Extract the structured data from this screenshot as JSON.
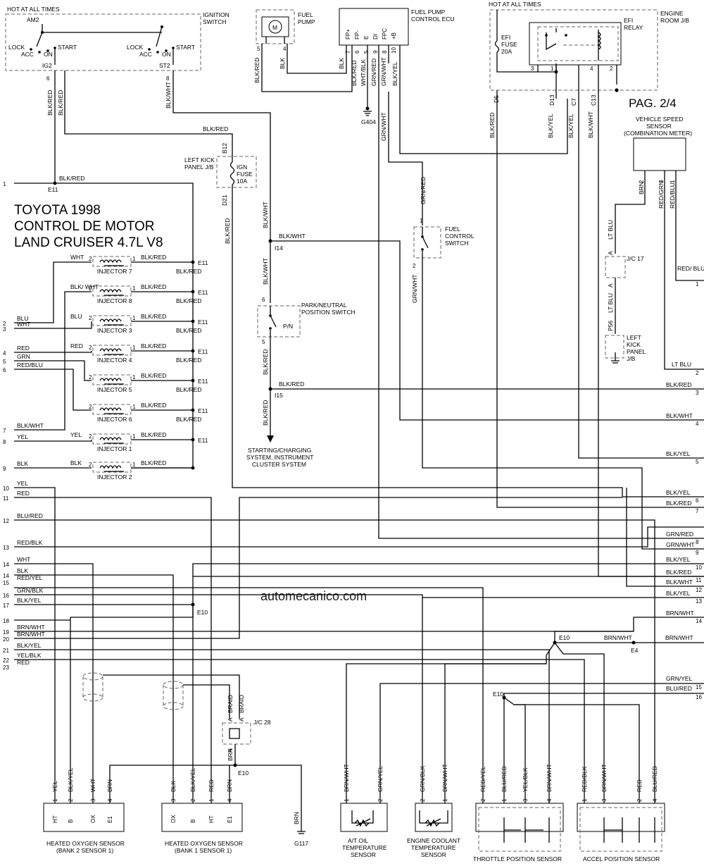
{
  "title_lines": [
    "TOYOTA 1998",
    "CONTROL DE MOTOR",
    "LAND CRUISER 4.7L V8"
  ],
  "page_label": "PAG. 2/4",
  "watermark": "automecanico.com",
  "hot_label_1": "HOT AT ALL TIMES",
  "hot_label_2": "HOT AT ALL TIMES",
  "ignition_switch": {
    "name1": "IGNITION",
    "name2": "SWITCH",
    "am2": "AM2",
    "lock": "LOCK",
    "acc": "ACC",
    "on": "ON",
    "start": "START",
    "ig2": "IG2",
    "st2": "ST2",
    "pin_ig2": "6",
    "pin_st2": "8"
  },
  "fuel_pump": {
    "name1": "FUEL",
    "name2": "PUMP",
    "motor": "M",
    "pin_a": "5",
    "pin_b": "4"
  },
  "fuel_pump_ecu": {
    "name1": "FUEL PUMP",
    "name2": "CONTROL ECU",
    "terminals": [
      "FP+",
      "FP-",
      "E",
      "DI",
      "FPC",
      "+B"
    ],
    "pins": [
      "7",
      "6",
      "5",
      "9",
      "8",
      "10"
    ]
  },
  "engine_room_jb": {
    "name1": "ENGINE",
    "name2": "ROOM J/B",
    "fuse1": "EFI",
    "fuse2": "FUSE",
    "fuse3": "20A",
    "relay1": "EFI",
    "relay2": "RELAY",
    "pins": [
      "3",
      "1",
      "4",
      "2"
    ],
    "connectors": [
      "D5",
      "D13",
      "C7",
      "C13"
    ]
  },
  "kick_panel": {
    "name1": "LEFT KICK",
    "name2": "PANEL J/B",
    "fuse1": "IGN",
    "fuse2": "FUSE",
    "fuse3": "10A",
    "conn_top": "B12",
    "conn_bottom": "D21"
  },
  "fuel_control_switch": {
    "name1": "FUEL",
    "name2": "CONTROL",
    "name3": "SWITCH",
    "pin_top": "1",
    "pin_bottom": "2"
  },
  "pn_switch": {
    "name1": "PARK/NEUTRAL",
    "name2": "POSITION SWITCH",
    "contact": "P/N",
    "pin_top": "6",
    "pin_bottom": "5"
  },
  "starting_system": [
    "STARTING/CHARGING",
    "SYSTEM, INSTRUMENT",
    "CLUSTER SYSTEM"
  ],
  "vss": {
    "name1": "VEHICLE SPEED",
    "name2": "SENSOR",
    "name3": "(COMBINATION METER)",
    "pins": [
      "2",
      "3",
      "1"
    ],
    "wires": [
      "BRN",
      "RED/GRN",
      "RED/BLU"
    ]
  },
  "jc17": "J/C 17",
  "jc28": "J/C 28",
  "left_kick_panel_jb": [
    "LEFT",
    "KICK",
    "PANEL",
    "J/B"
  ],
  "p56": "P56",
  "splices": {
    "e11": "E11",
    "i14": "I14",
    "i15": "I15",
    "e10": "E10",
    "e4": "E4",
    "g404": "G404",
    "g117": "G117"
  },
  "injectors": [
    {
      "name": "INJECTOR 7",
      "in_wire": "WHT",
      "out_wire": "BLK/RED",
      "pin_in": "2",
      "pin_out": "1"
    },
    {
      "name": "INJECTOR 8",
      "in_wire": "BLK/ WHT",
      "out_wire": "BLK/RED",
      "pin_in": "2",
      "pin_out": "1"
    },
    {
      "name": "INJECTOR 3",
      "in_wire": "BLU",
      "out_wire": "BLK/RED",
      "pin_in": "2",
      "pin_out": "1"
    },
    {
      "name": "INJECTOR 4",
      "in_wire": "RED",
      "out_wire": "BLK/RED",
      "pin_in": "2",
      "pin_out": "1"
    },
    {
      "name": "INJECTOR 5",
      "in_wire": "",
      "out_wire": "BLK/RED",
      "pin_in": "2",
      "pin_out": "1"
    },
    {
      "name": "INJECTOR 6",
      "in_wire": "",
      "out_wire": "BLK/RED",
      "pin_in": "2",
      "pin_out": "1"
    },
    {
      "name": "INJECTOR 1",
      "in_wire": "YEL",
      "out_wire": "BLK/RED",
      "pin_in": "2",
      "pin_out": "1"
    },
    {
      "name": "INJECTOR 2",
      "in_wire": "BLK",
      "out_wire": "BLK/RED",
      "pin_in": "2",
      "pin_out": "1"
    }
  ],
  "left_terminals": [
    {
      "num": "1",
      "wire": "BLK/RED"
    },
    {
      "num": "2",
      "wire": "BLU"
    },
    {
      "num": "3",
      "wire": "WHT"
    },
    {
      "num": "4",
      "wire": "RED"
    },
    {
      "num": "5",
      "wire": "GRN"
    },
    {
      "num": "6",
      "wire": "RED/BLU"
    },
    {
      "num": "7",
      "wire": "BLK/WHT"
    },
    {
      "num": "8",
      "wire": "YEL"
    },
    {
      "num": "9",
      "wire": "BLK"
    },
    {
      "num": "10",
      "wire": "YEL"
    },
    {
      "num": "11",
      "wire": "RED"
    },
    {
      "num": "12",
      "wire": "BLU/RED"
    },
    {
      "num": "13",
      "wire": "RED/BLK"
    },
    {
      "num": "14",
      "wire": "WHT"
    },
    {
      "num": "14",
      "wire": "BLK"
    },
    {
      "num": "15",
      "wire": "RED/YEL"
    },
    {
      "num": "16",
      "wire": "GRN/BLK"
    },
    {
      "num": "17",
      "wire": "BLK/YEL"
    },
    {
      "num": "18",
      "wire": ""
    },
    {
      "num": "19",
      "wire": "BRN/WHT"
    },
    {
      "num": "20",
      "wire": "BRN/WHT"
    },
    {
      "num": "21",
      "wire": "BLK/YEL"
    },
    {
      "num": "22",
      "wire": "YEL/BLK"
    },
    {
      "num": "23",
      "wire": "RED"
    }
  ],
  "right_terminals": [
    {
      "num": "1",
      "wire": "RED/ BLU"
    },
    {
      "num": "2",
      "wire": "LT BLU"
    },
    {
      "num": "3",
      "wire": "BLK/RED"
    },
    {
      "num": "4",
      "wire": "BLK/WHT"
    },
    {
      "num": "5",
      "wire": "BLK/YEL"
    },
    {
      "num": "6",
      "wire": "BLK/YEL"
    },
    {
      "num": "7",
      "wire": "BLK/RED"
    },
    {
      "num": "8",
      "wire": "GRN/RED"
    },
    {
      "num": "9",
      "wire": "GRN/WHT"
    },
    {
      "num": "10",
      "wire": "BLK/YEL"
    },
    {
      "num": "11",
      "wire": "BLK/RED"
    },
    {
      "num": "12",
      "wire": "BLK/WHT"
    },
    {
      "num": "13",
      "wire": "BLK/YEL"
    },
    {
      "num": "14",
      "wire": "BRN/WHT"
    },
    {
      "num": "15",
      "wire": "GRN/YEL"
    },
    {
      "num": "16",
      "wire": "BLU/RED"
    }
  ],
  "wire_labels": {
    "blk_red": "BLK/RED",
    "blk_wht": "BLK/WHT",
    "blk_yel": "BLK/YEL",
    "blk": "BLK",
    "wht_blk": "WHT/BLK",
    "grn_red": "GRN/RED",
    "grn_wht": "GRN/WHT",
    "blk_yel_v": "BLK/YEL",
    "lt_blu": "LT BLU",
    "braid": "BRAID",
    "brn": "BRN",
    "brn_wht": "BRN/WHT",
    "a": "A"
  },
  "sensors": [
    {
      "name1": "HEATED OXYGEN SENSOR",
      "name2": "(BANK 2 SENSOR 1)",
      "pins": [
        "1",
        "2",
        "3",
        "4"
      ],
      "wires": [
        "YEL",
        "BLK/YEL",
        "WHT",
        "BRN"
      ],
      "terms": [
        "HT",
        "B",
        "OX",
        "E1"
      ]
    },
    {
      "name1": "HEATED OXYGEN SENSOR",
      "name2": "(BANK 1 SENSOR 1)",
      "pins": [
        "3",
        "2",
        "1",
        "4"
      ],
      "wires": [
        "BLK",
        "BLK/YEL",
        "RED",
        "BRN"
      ],
      "terms": [
        "OX",
        "B",
        "HT",
        "E1"
      ]
    },
    {
      "name1": "A/T OIL",
      "name2": "TEMPERATURE",
      "name3": "SENSOR",
      "pins": [
        "1",
        "2"
      ],
      "wires": [
        "BRN/WHT",
        "GRN/YEL"
      ]
    },
    {
      "name1": "ENGINE COOLANT",
      "name2": "TEMPERATURE",
      "name3": "SENSOR",
      "pins": [
        "2",
        "1"
      ],
      "wires": [
        "GRN/BLK",
        "BRN/WHT"
      ]
    },
    {
      "name1": "THROTTLE POSITION SENSOR",
      "pins": [
        "2",
        "1",
        "3",
        "4"
      ],
      "wires": [
        "RED/YEL",
        "BLU/RED",
        "YEL/BLK",
        "BRN/WHT"
      ]
    },
    {
      "name1": "ACCEL POSITION SENSOR",
      "pins": [
        "1",
        "3",
        "2",
        "4"
      ],
      "wires": [
        "RED/BLK",
        "BRN/WHT",
        "RED",
        "BLU/RED"
      ]
    }
  ]
}
